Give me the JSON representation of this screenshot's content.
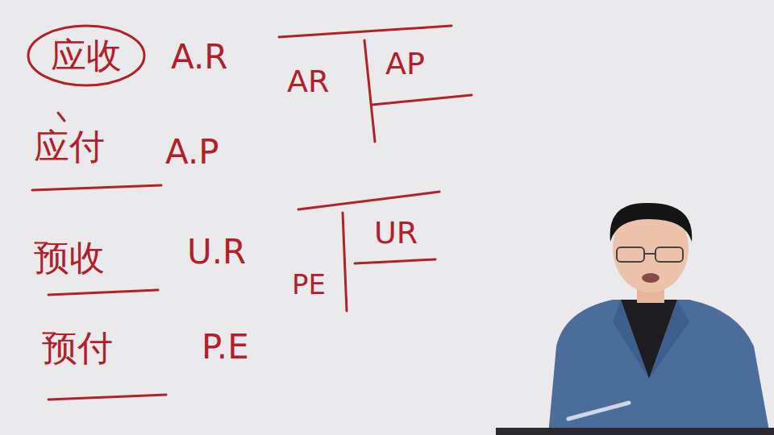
{
  "diagram": {
    "nodes": [
      {
        "text": [
          "应收"
        ]
      }
    ],
    "labels": [
      "A.R",
      "应付",
      "A.P",
      "预收",
      "U.R",
      "预付",
      "P.E",
      "AR",
      "AP",
      "UR",
      "PE"
    ]
  }
}
